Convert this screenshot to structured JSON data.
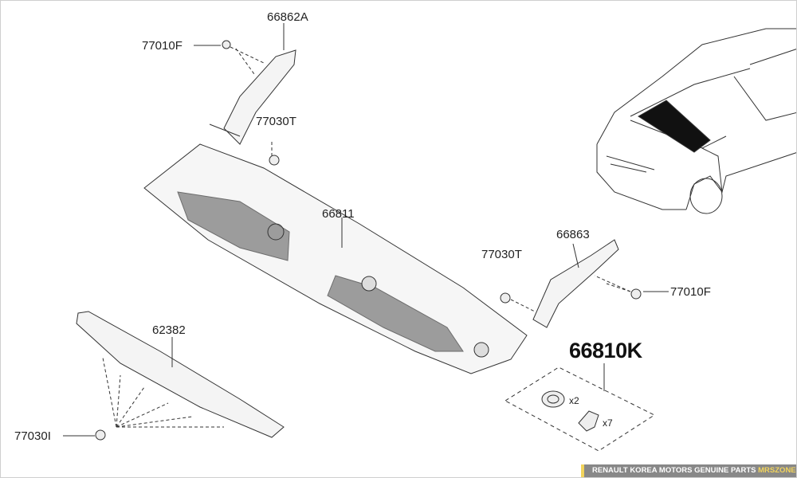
{
  "labels": {
    "clip_top_left": "77010F",
    "cover_left": "66862A",
    "grommet_left": "77030T",
    "cowl_panel": "66811",
    "cover_right": "66863",
    "grommet_right": "77030T",
    "clip_right": "77010F",
    "seal": "62382",
    "screw": "77030I"
  },
  "kit": {
    "part": "66810K",
    "qty_grommet": "x2",
    "qty_clip": "x7"
  },
  "banner": {
    "text": "RENAULT KOREA MOTORS GENUINE PARTS",
    "brand": "MRSZONE"
  },
  "colors": {
    "banner_bg": "#888888",
    "brand_yellow": "#f2d45c"
  }
}
